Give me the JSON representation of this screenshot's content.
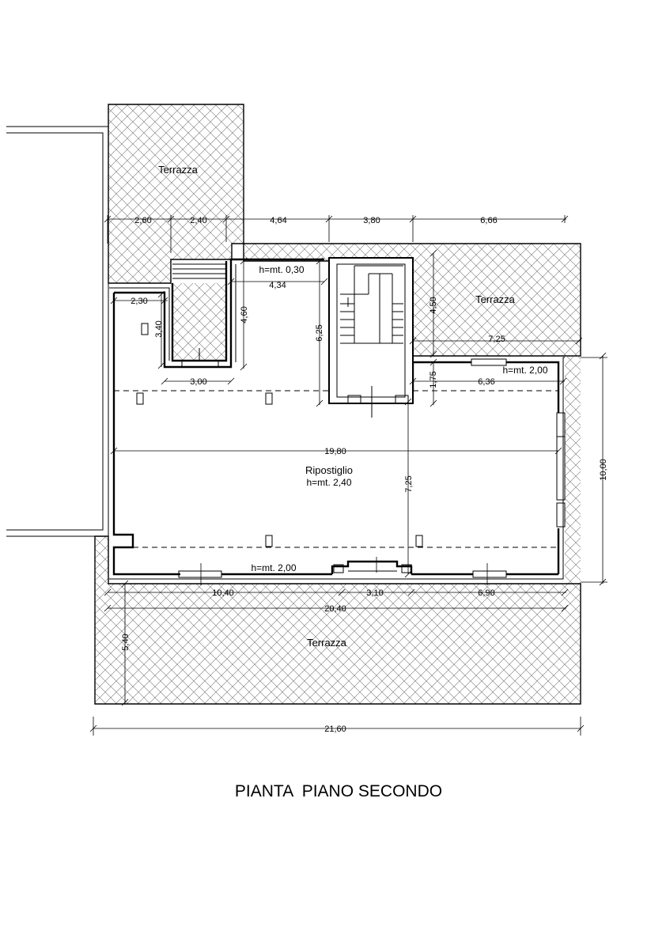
{
  "title": "PIANTA  PIANO SECONDO",
  "rooms": {
    "terrace_top": "Terrazza",
    "terrace_right": "Terrazza",
    "terrace_bottom": "Terrazza",
    "storage_name": "Ripostiglio",
    "storage_height": "h=mt. 2,40"
  },
  "notes": {
    "h_030": "h=mt. 0,30",
    "h_200_right": "h=mt. 2,00",
    "h_200_bottom": "h=mt. 2,00"
  },
  "dims": {
    "top_260": "2,60",
    "top_240": "2,40",
    "top_464": "4,64",
    "top_380": "3,80",
    "top_666": "6,66",
    "d_434": "4,34",
    "d_230": "2,30",
    "d_340": "3,40",
    "d_460": "4,60",
    "d_625": "6,25",
    "d_450": "4,50",
    "d_725_h": "7,25",
    "d_175": "1,75",
    "d_636": "6,36",
    "d_300": "3,00",
    "d_1980": "19,80",
    "d_725_v": "7,25",
    "d_1000": "10,00",
    "d_1040": "10,40",
    "d_310": "3,10",
    "d_690": "6,90",
    "d_2040": "20,40",
    "d_540": "5,40",
    "d_2160": "21,60"
  }
}
